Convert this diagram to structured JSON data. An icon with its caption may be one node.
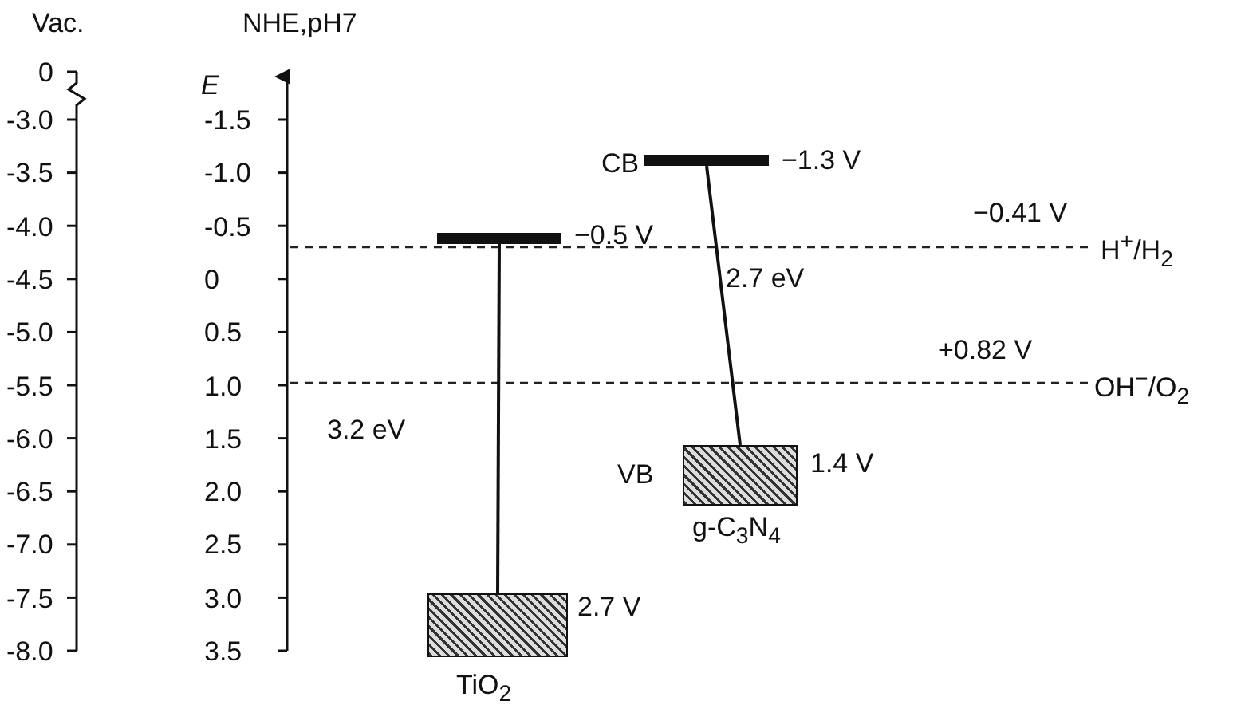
{
  "diagram": {
    "nodes": [
      {
        "text": [],
        "shape": "bar",
        "beside": [
          "−0.5 V"
        ]
      },
      {
        "text": [],
        "shape": "box",
        "beside": [
          "2.7 V",
          "TiO$_{2}$"
        ]
      },
      {
        "text": [],
        "shape": "bar",
        "beside": [
          "CB",
          "−1.3 V"
        ]
      },
      {
        "text": [],
        "shape": "box",
        "beside": [
          "VB",
          "1.4 V",
          "g-C$_{3}$N$_{4}$"
        ]
      }
    ],
    "edges": [
      {
        "from": 0,
        "to": 1,
        "arrow": "none",
        "label": "3.2 eV"
      },
      {
        "from": 2,
        "to": 3,
        "arrow": "none",
        "label": "2.7 eV"
      }
    ],
    "labels": [
      "Vac.",
      "NHE,pH7",
      "0",
      "E",
      "-3.0",
      "-3.5",
      "-4.0",
      "-4.5",
      "-5.0",
      "-5.5",
      "-6.0",
      "-6.5",
      "-7.0",
      "-7.5",
      "-8.0",
      "-1.5",
      "-1.0",
      "-0.5",
      "0",
      "0.5",
      "1.0",
      "1.5",
      "2.0",
      "2.5",
      "3.0",
      "3.5",
      "−0.41 V",
      "H$^{+}$/H$_{2}$",
      "+0.82 V",
      "OH$^{−}$/O$_{2}$"
    ]
  }
}
